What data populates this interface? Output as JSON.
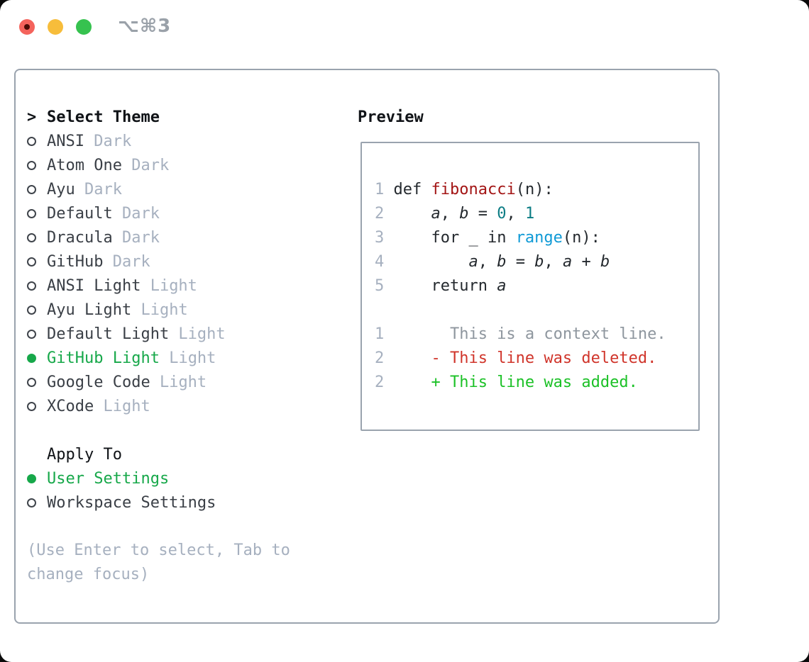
{
  "window": {
    "title": "⌥⌘3",
    "controls": [
      "close",
      "minimize",
      "zoom"
    ]
  },
  "panel": {
    "left": {
      "header": {
        "marker": ">",
        "label": "Select Theme"
      },
      "themes": [
        {
          "name": "ANSI",
          "variant": "Dark",
          "selected": false
        },
        {
          "name": "Atom One",
          "variant": "Dark",
          "selected": false
        },
        {
          "name": "Ayu",
          "variant": "Dark",
          "selected": false
        },
        {
          "name": "Default",
          "variant": "Dark",
          "selected": false
        },
        {
          "name": "Dracula",
          "variant": "Dark",
          "selected": false
        },
        {
          "name": "GitHub",
          "variant": "Dark",
          "selected": false
        },
        {
          "name": "ANSI Light",
          "variant": "Light",
          "selected": false
        },
        {
          "name": "Ayu Light",
          "variant": "Light",
          "selected": false
        },
        {
          "name": "Default Light",
          "variant": "Light",
          "selected": false
        },
        {
          "name": "GitHub Light",
          "variant": "Light",
          "selected": true
        },
        {
          "name": "Google Code",
          "variant": "Light",
          "selected": false
        },
        {
          "name": "XCode",
          "variant": "Light",
          "selected": false
        }
      ],
      "apply_to": {
        "label": "Apply To",
        "options": [
          {
            "label": "User Settings",
            "selected": true
          },
          {
            "label": "Workspace Settings",
            "selected": false
          }
        ]
      },
      "hint": "(Use Enter to select, Tab to change focus)"
    },
    "preview": {
      "label": "Preview",
      "lines": [
        {
          "segments": [
            {
              "t": "1 ",
              "c": "lineno"
            },
            {
              "t": "def ",
              "c": "code"
            },
            {
              "t": "fibonacci",
              "c": "func"
            },
            {
              "t": "(n):",
              "c": "code"
            }
          ]
        },
        {
          "segments": [
            {
              "t": "2",
              "c": "lineno"
            },
            {
              "t": "     ",
              "c": "code"
            },
            {
              "t": "a",
              "c": "var",
              "i": true
            },
            {
              "t": ", ",
              "c": "code"
            },
            {
              "t": "b",
              "c": "var",
              "i": true
            },
            {
              "t": " = ",
              "c": "code"
            },
            {
              "t": "0",
              "c": "num"
            },
            {
              "t": ", ",
              "c": "code"
            },
            {
              "t": "1",
              "c": "num"
            }
          ]
        },
        {
          "segments": [
            {
              "t": "3",
              "c": "lineno"
            },
            {
              "t": "     for _ in ",
              "c": "code"
            },
            {
              "t": "range",
              "c": "call"
            },
            {
              "t": "(n):",
              "c": "code"
            }
          ]
        },
        {
          "segments": [
            {
              "t": "4",
              "c": "lineno"
            },
            {
              "t": "         ",
              "c": "code"
            },
            {
              "t": "a",
              "c": "var",
              "i": true
            },
            {
              "t": ", ",
              "c": "code"
            },
            {
              "t": "b",
              "c": "var",
              "i": true
            },
            {
              "t": " = ",
              "c": "code"
            },
            {
              "t": "b",
              "c": "var",
              "i": true
            },
            {
              "t": ", ",
              "c": "code"
            },
            {
              "t": "a",
              "c": "var",
              "i": true
            },
            {
              "t": " + ",
              "c": "code"
            },
            {
              "t": "b",
              "c": "var",
              "i": true
            }
          ]
        },
        {
          "segments": [
            {
              "t": "5",
              "c": "lineno"
            },
            {
              "t": "     return ",
              "c": "code"
            },
            {
              "t": "a",
              "c": "var",
              "i": true
            }
          ]
        },
        {
          "segments": []
        },
        {
          "segments": [
            {
              "t": "1",
              "c": "lineno"
            },
            {
              "t": "       This is a context line.",
              "c": "ctx"
            }
          ]
        },
        {
          "segments": [
            {
              "t": "2",
              "c": "lineno"
            },
            {
              "t": "     - This line was deleted.",
              "c": "del"
            }
          ]
        },
        {
          "segments": [
            {
              "t": "2",
              "c": "lineno"
            },
            {
              "t": "     + This line was added.",
              "c": "add"
            }
          ]
        }
      ]
    }
  },
  "colors": {
    "accent_green": "#17a84a",
    "text_primary": "#3a3f46",
    "text_black": "#101317",
    "text_muted": "#a6b0bf",
    "border": "#9aa3ae",
    "title": "#9aa1a9",
    "lineno": "#a6b0bf",
    "code": "#24292e",
    "func": "#a31515",
    "num": "#0b7c84",
    "call": "#0f9ad6",
    "var": "#24292e",
    "ctx": "#8e969e",
    "del": "#d0352b",
    "add": "#1cc127",
    "traffic_red": "#f4635c",
    "traffic_red_dot": "#4a0b05",
    "traffic_yellow": "#f7bd3b",
    "traffic_green": "#36c24f"
  }
}
